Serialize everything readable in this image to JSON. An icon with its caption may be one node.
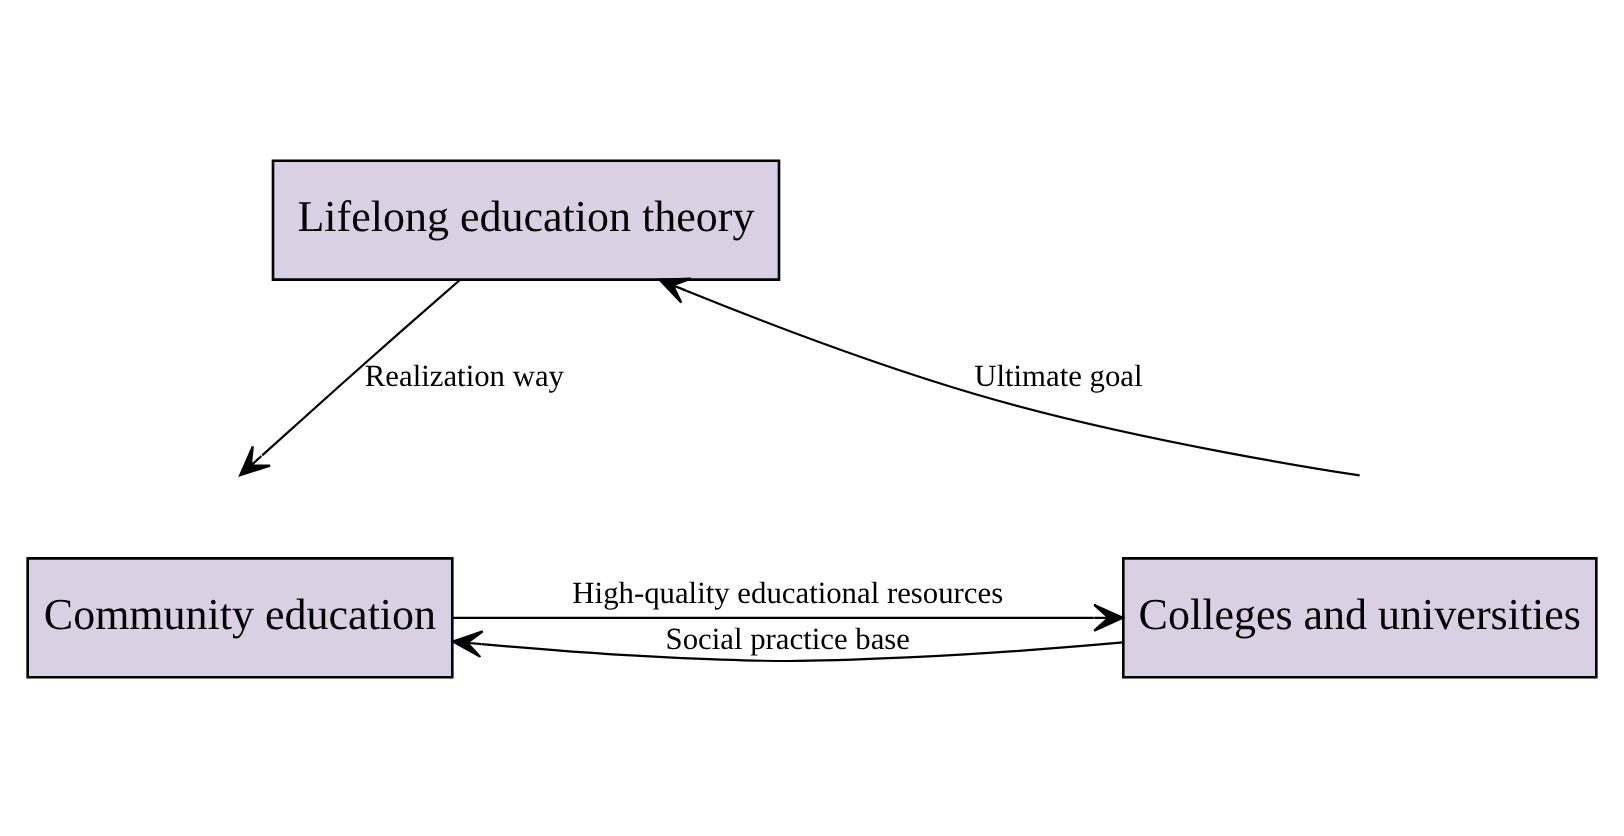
{
  "diagram": {
    "nodes": [
      {
        "text": [
          "Lifelong education theory"
        ]
      },
      {
        "text": [
          "Community education"
        ]
      },
      {
        "text": [
          "Colleges and universities"
        ]
      }
    ],
    "edges": [
      {
        "from": null,
        "to": 0,
        "arrow": "to",
        "label": "Ultimate goal"
      },
      {
        "from": 0,
        "to": null,
        "arrow": "to",
        "label": "Realization way"
      },
      {
        "from": 1,
        "to": 2,
        "arrow": "to",
        "label": "High-quality educational resources"
      },
      {
        "from": 2,
        "to": 1,
        "arrow": "to",
        "label": "Social practice base"
      }
    ]
  }
}
